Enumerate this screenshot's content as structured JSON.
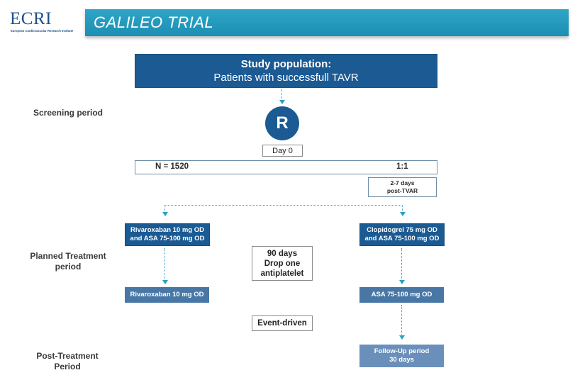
{
  "header": {
    "logo_main": "ECRI",
    "logo_sub": "European Cardiovascular Research Institute",
    "title": "GALILEO TRIAL"
  },
  "side_labels": {
    "screening": "Screening period",
    "planned_line1": "Planned Treatment",
    "planned_line2": "period",
    "post_line1": "Post-Treatment",
    "post_line2": "Period"
  },
  "population": {
    "title": "Study population:",
    "subtitle": "Patients with successfull TAVR"
  },
  "randomization": {
    "symbol": "R",
    "day_label": "Day 0"
  },
  "enrollment": {
    "n_label": "N = 1520",
    "ratio": "1:1",
    "timing_line1": "2-7 days",
    "timing_line2": "post-TVAR"
  },
  "arms": {
    "left": {
      "initial_line1": "Rivaroxaban 10 mg OD",
      "initial_line2": "and ASA 75-100 mg OD",
      "after": "Rivaroxaban 10 mg OD"
    },
    "right": {
      "initial_line1": "Clopidogrel 75 mg OD",
      "initial_line2": "and ASA 75-100 mg OD",
      "after": "ASA 75-100 mg OD",
      "followup_line1": "Follow-Up period",
      "followup_line2": "30 days"
    }
  },
  "middle": {
    "drop_line1": "90 days",
    "drop_line2": "Drop one",
    "drop_line3": "antiplatelet",
    "event_driven": "Event-driven"
  },
  "colors": {
    "dark_blue": "#1b5a93",
    "mid_blue": "#4877a6",
    "header_teal": "#1c8fb4",
    "connector": "#2a9fc6"
  }
}
